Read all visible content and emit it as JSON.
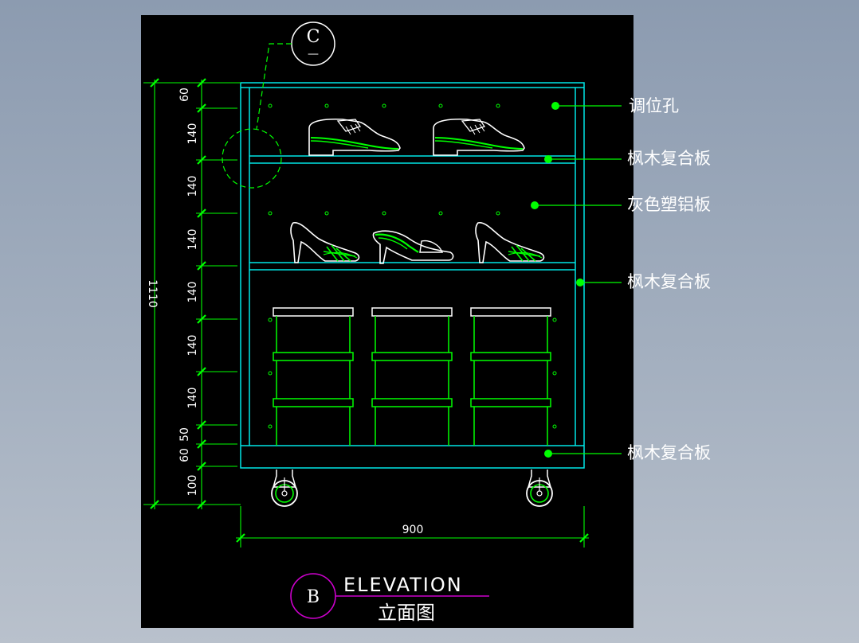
{
  "colors": {
    "canvas": "#000000",
    "frame": "#00e5e5",
    "shoe": "#ffffff",
    "shoe_accent": "#00ff00",
    "box": "#00ff00",
    "box_top": "#ffffff",
    "dimension": "#ffffff",
    "leader": "#00ff00",
    "title_bubble": "#cc00cc"
  },
  "dimensions": {
    "vertical_segments": [
      "60",
      "140",
      "140",
      "140",
      "140",
      "140",
      "140",
      "50",
      "60",
      "100"
    ],
    "overall_height": "1110",
    "overall_width": "900"
  },
  "callouts": [
    {
      "text": "调位孔"
    },
    {
      "text": "枫木复合板"
    },
    {
      "text": "灰色塑铝板"
    },
    {
      "text": "枫木复合板"
    },
    {
      "text": "枫木复合板"
    }
  ],
  "detail_bubble": {
    "letter": "C",
    "sub": "—"
  },
  "title": {
    "letter": "B",
    "en": "ELEVATION",
    "cn": "立面图"
  }
}
